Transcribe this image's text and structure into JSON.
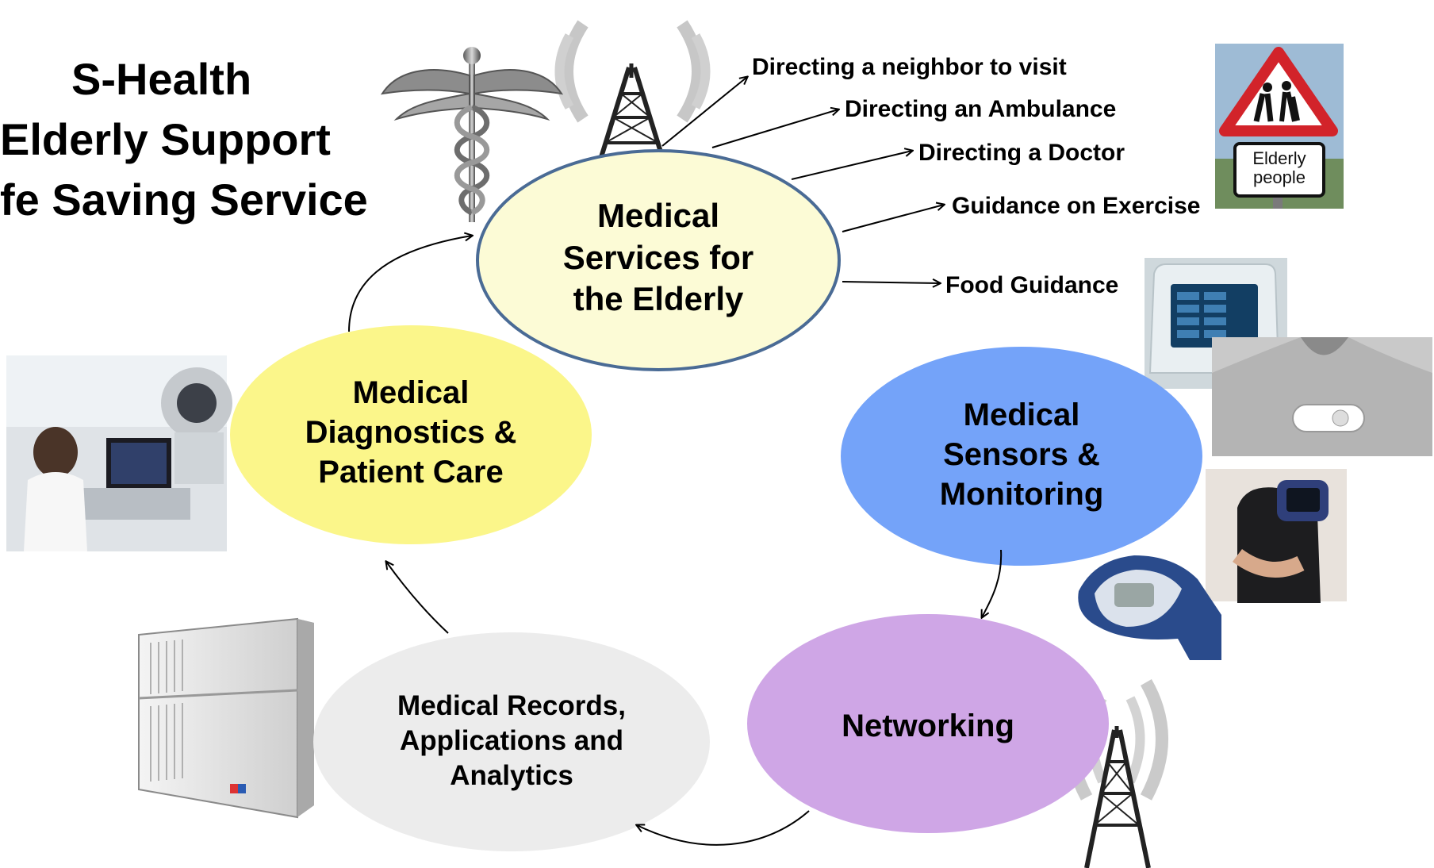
{
  "title": {
    "lines": [
      "S-Health",
      "Elderly Support",
      "fe Saving Service"
    ]
  },
  "nodes": {
    "services": {
      "lines": [
        "Medical",
        "Services for",
        "the Elderly"
      ]
    },
    "diagnostics": {
      "lines": [
        "Medical",
        "Diagnostics &",
        "Patient Care"
      ]
    },
    "sensors": {
      "lines": [
        "Medical",
        "Sensors &",
        "Monitoring"
      ]
    },
    "networking": {
      "lines": [
        "Networking"
      ]
    },
    "records": {
      "lines": [
        "Medical Records,",
        "Applications and",
        "Analytics"
      ]
    }
  },
  "services_list": [
    "Directing a neighbor to visit",
    "Directing an Ambulance",
    "Directing a Doctor",
    "Guidance on Exercise",
    "Food Guidance"
  ],
  "sign": {
    "lines": [
      "Elderly",
      "people"
    ]
  },
  "colors": {
    "services_fill": "#fcfbd6",
    "services_stroke": "#4a6b95",
    "diagnostics_fill": "#fbf68a",
    "sensors_fill": "#74a3f9",
    "networking_fill": "#cfa6e6",
    "records_fill": "#ececec"
  },
  "icons": [
    "caduceus-icon",
    "antenna-tower-icon",
    "elderly-sign-icon",
    "tablet-device-icon",
    "chest-sensor-icon",
    "wrist-monitor-icon",
    "glucose-meter-icon",
    "ct-scanner-photo-icon",
    "server-cabinet-icon"
  ]
}
